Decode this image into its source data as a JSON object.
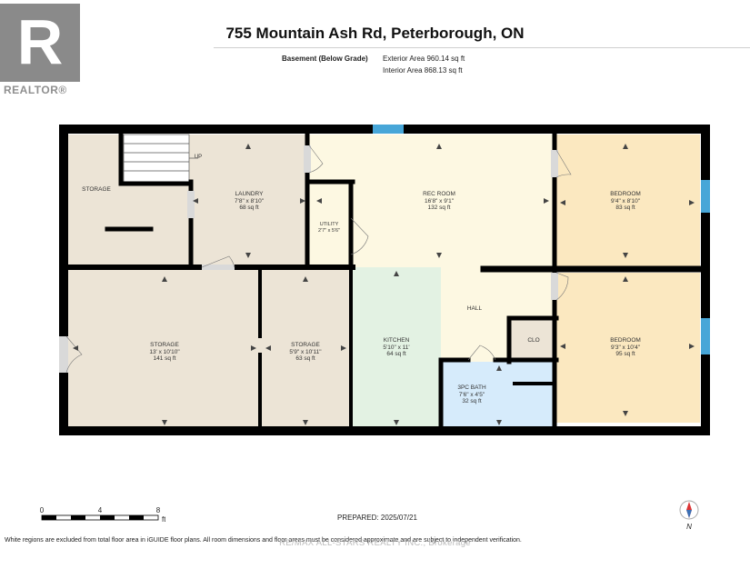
{
  "header": {
    "title": "755 Mountain Ash Rd, Peterborough, ON",
    "level": "Basement (Below Grade)",
    "exterior_area": "Exterior Area 960.14 sq ft",
    "interior_area": "Interior Area 868.13 sq ft"
  },
  "logo": {
    "text": "REALTOR®",
    "monogram": "R"
  },
  "rooms": {
    "storage_nw": {
      "name": "STORAGE"
    },
    "laundry": {
      "name": "LAUNDRY",
      "dims": "7'8\" x 8'10\"",
      "area": "68 sq ft"
    },
    "utility": {
      "name": "UTILITY",
      "dims": "2'7\" x 5'6\""
    },
    "rec_room": {
      "name": "REC ROOM",
      "dims": "16'8\" x 9'1\"",
      "area": "132 sq ft"
    },
    "bedroom1": {
      "name": "BEDROOM",
      "dims": "9'4\" x 8'10\"",
      "area": "83 sq ft"
    },
    "bedroom2": {
      "name": "BEDROOM",
      "dims": "9'3\" x 10'4\"",
      "area": "95 sq ft"
    },
    "hall": {
      "name": "HALL"
    },
    "clo": {
      "name": "CLO"
    },
    "storage_sw": {
      "name": "STORAGE",
      "dims": "13' x 10'10\"",
      "area": "141 sq ft"
    },
    "storage_mid": {
      "name": "STORAGE",
      "dims": "5'9\" x 10'11\"",
      "area": "63 sq ft"
    },
    "kitchen": {
      "name": "KITCHEN",
      "dims": "5'10\" x 11'",
      "area": "64 sq ft"
    },
    "bath": {
      "name": "3PC BATH",
      "dims": "7'6\" x 4'5\"",
      "area": "32 sq ft"
    },
    "stairs": {
      "label": "UP"
    }
  },
  "scale_bar": {
    "ticks": [
      "0",
      "4",
      "8"
    ],
    "unit": "ft"
  },
  "prepared": "PREPARED: 2025/07/21",
  "compass_label": "N",
  "footnote": "White regions are excluded from total floor area in iGUIDE floor plans. All room dimensions and floor areas must be considered approximate and are subject to independent verification.",
  "watermark": "RE/MAX ALL-STARS REALTY INC., Brokerage",
  "colors": {
    "tan": "#ece4d6",
    "yellow": "#fdf8e2",
    "orange": "#fbe8c0",
    "green": "#e3f2e3",
    "blue": "#d6ebfb",
    "wall": "#000000",
    "window": "#47a6d8"
  }
}
